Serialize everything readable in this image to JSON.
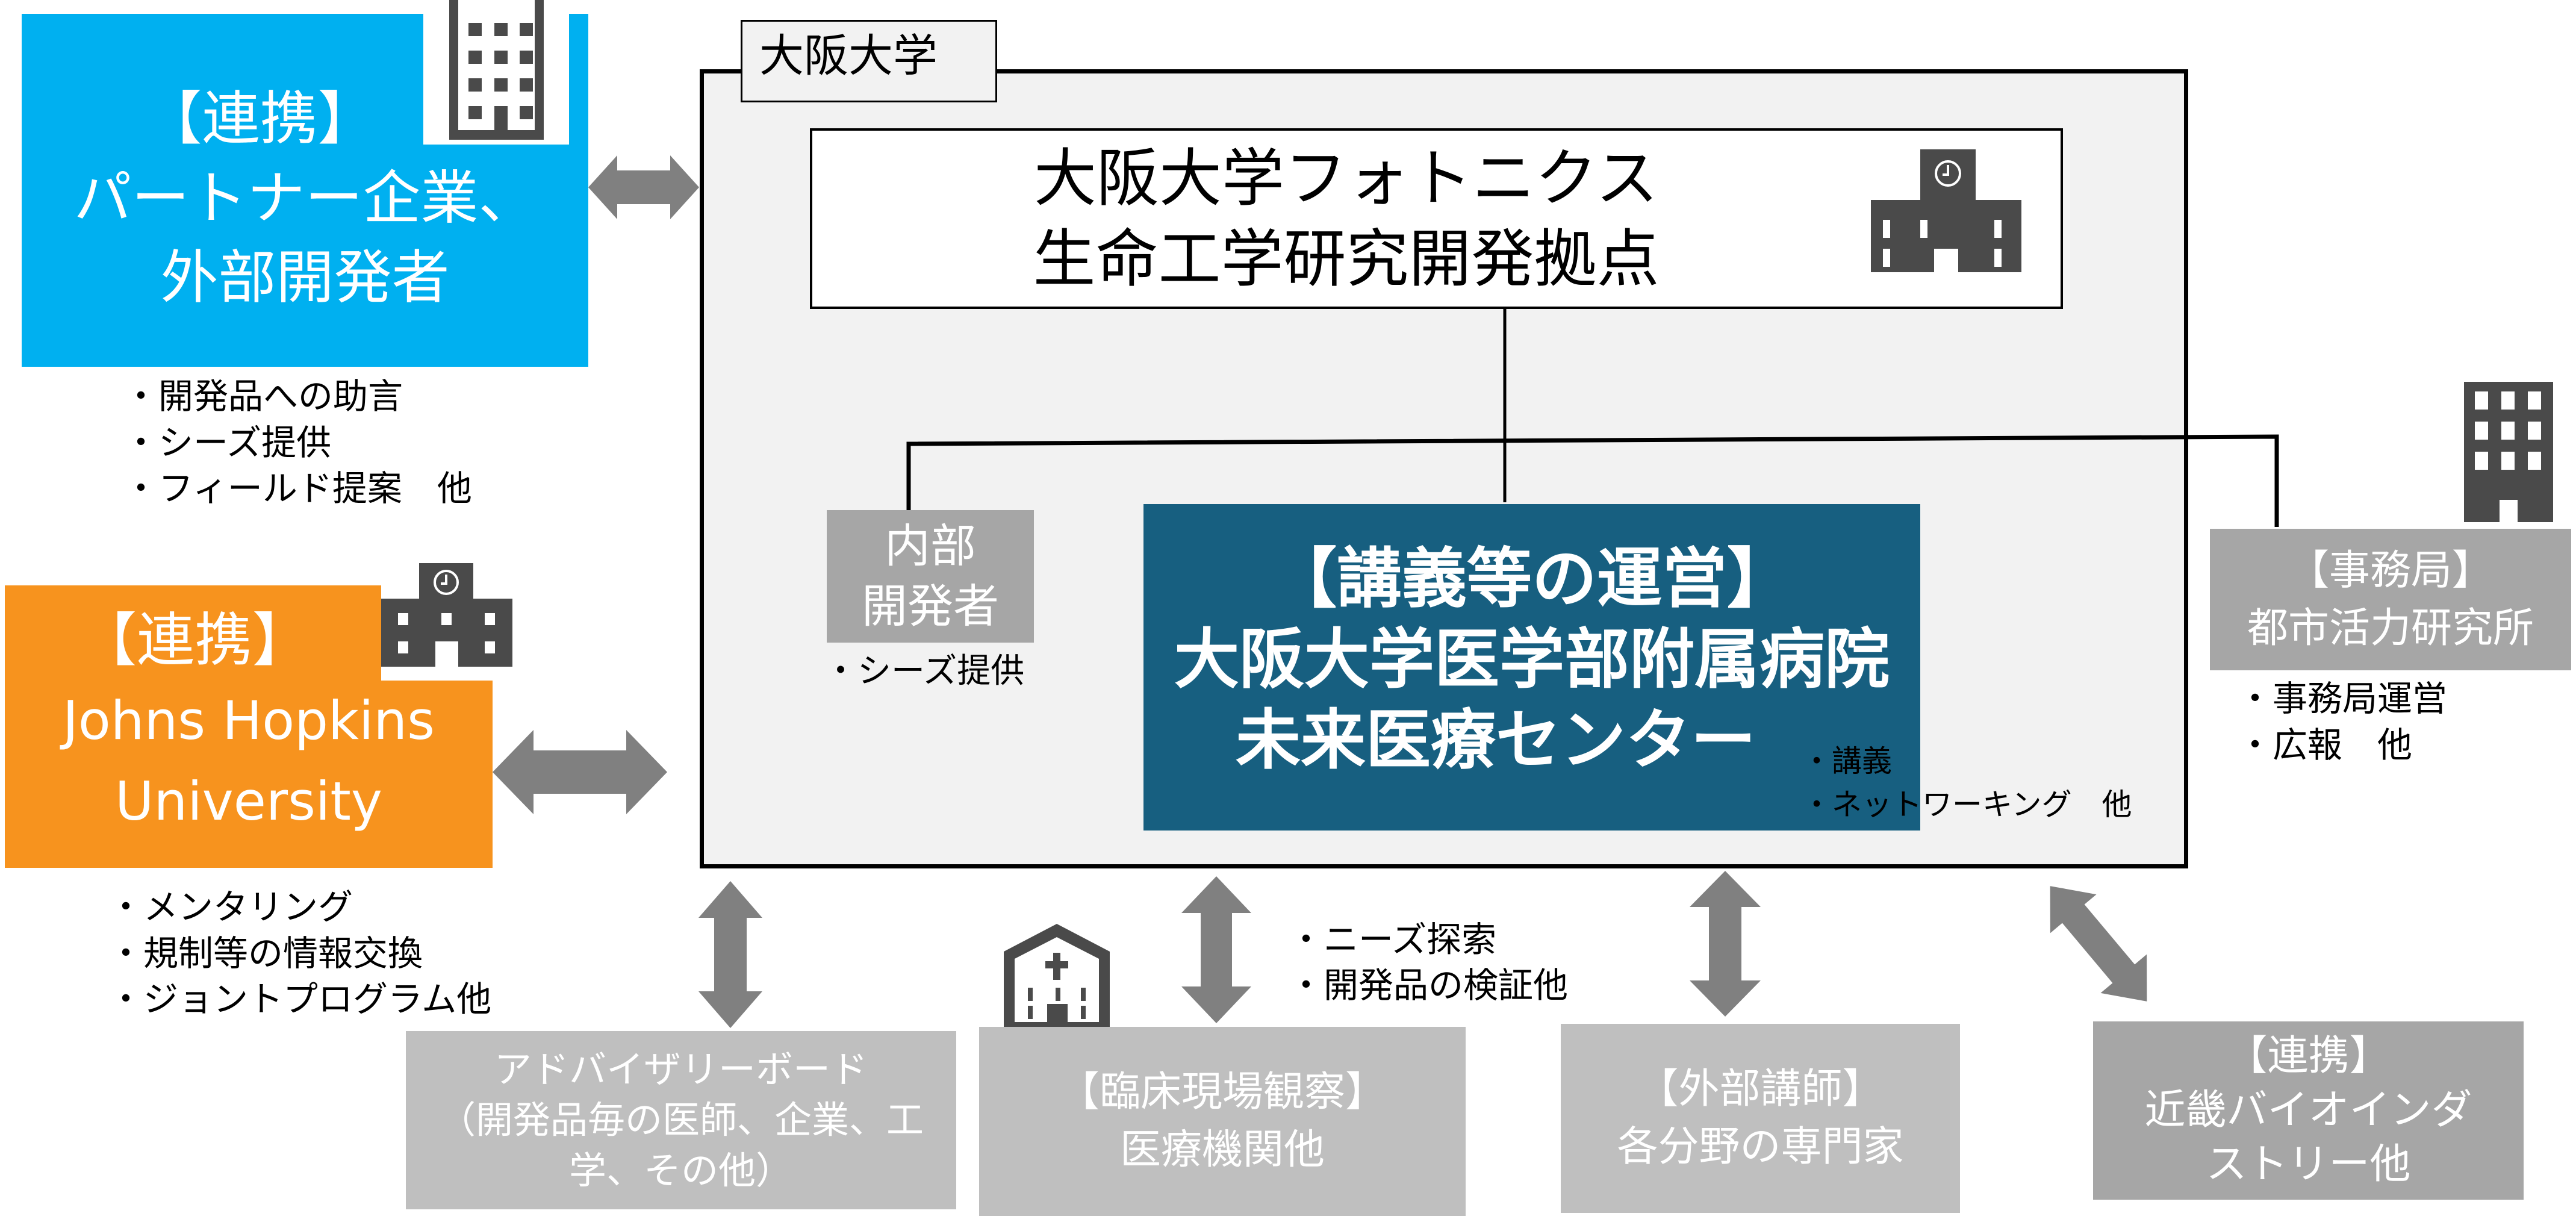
{
  "partner": {
    "lines": [
      "【連携】",
      "パートナー企業、",
      "外部開発者"
    ],
    "bullets": [
      "・開発品への助言",
      "・シーズ提供",
      "・フィールド提案　他"
    ],
    "color": "#00b0f0",
    "icon": "office-building-icon"
  },
  "jhu": {
    "lines": [
      "【連携】",
      "Johns Hopkins",
      "University"
    ],
    "bullets": [
      "・メンタリング",
      "・規制等の情報交換",
      "・ジョントプログラム他"
    ],
    "color": "#f7931e",
    "icon": "school-clock-icon"
  },
  "osaka": {
    "label": "大阪大学",
    "photonics": {
      "lines": [
        "大阪大学フォトニクス",
        "生命工学研究開発拠点"
      ],
      "icon": "school-clock-icon"
    },
    "naibu": {
      "lines": [
        "内部",
        "開発者"
      ],
      "bullets": [
        "・シーズ提供"
      ]
    },
    "center": {
      "lines": [
        "【講義等の運営】",
        "大阪大学医学部附属病院",
        "未来医療センター"
      ],
      "bullets": [
        "・講義",
        "・ネットワーキング　他"
      ],
      "color": "#175f80"
    }
  },
  "jimu": {
    "lines": [
      "【事務局】",
      "都市活力研究所"
    ],
    "bullets": [
      "・事務局運営",
      "・広報　他"
    ],
    "icon": "office-building-icon"
  },
  "advisory": {
    "lines": [
      "アドバイザリーボード",
      "（開発品毎の医師、企業、工",
      "学、その他）"
    ]
  },
  "clinical": {
    "lines": [
      "【臨床現場観察】",
      "医療機関他"
    ],
    "bullets": [
      "・ニーズ探索",
      "・開発品の検証他"
    ],
    "icon": "hospital-icon"
  },
  "lecturer": {
    "lines": [
      "【外部講師】",
      "各分野の専門家"
    ]
  },
  "kinki": {
    "lines": [
      "【連携】",
      "近畿バイオインダ",
      "ストリー他"
    ]
  },
  "colors": {
    "arrow": "#808080",
    "icon": "#4a4a4a",
    "light_gray_box": "#bfbfbf",
    "mid_gray_box": "#a6a6a6",
    "osaka_fill": "#f2f2f2"
  }
}
